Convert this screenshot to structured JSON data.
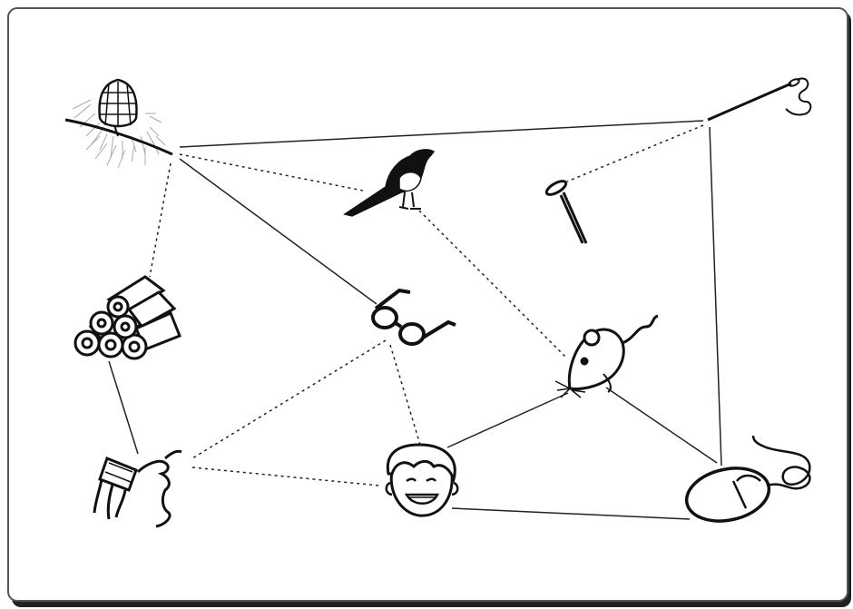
{
  "diagram": {
    "nodes": [
      {
        "id": "pinecone",
        "icon": "pinecone-icon"
      },
      {
        "id": "needle",
        "icon": "needle-thread-icon"
      },
      {
        "id": "magpie",
        "icon": "magpie-bird-icon"
      },
      {
        "id": "nail",
        "icon": "nail-icon"
      },
      {
        "id": "logs",
        "icon": "firewood-logs-icon"
      },
      {
        "id": "glasses",
        "icon": "eyeglasses-icon"
      },
      {
        "id": "mouse",
        "icon": "mouse-animal-icon"
      },
      {
        "id": "drinker",
        "icon": "person-drinking-icon"
      },
      {
        "id": "boy",
        "icon": "smiling-boy-face-icon"
      },
      {
        "id": "computer_mouse",
        "icon": "computer-mouse-icon"
      }
    ],
    "edges": [
      {
        "from": "pinecone",
        "to": "needle",
        "style": "solid"
      },
      {
        "from": "pinecone",
        "to": "glasses",
        "style": "solid"
      },
      {
        "from": "pinecone",
        "to": "magpie",
        "style": "dotted"
      },
      {
        "from": "pinecone",
        "to": "logs",
        "style": "dotted"
      },
      {
        "from": "needle",
        "to": "nail",
        "style": "dotted"
      },
      {
        "from": "needle",
        "to": "computer_mouse",
        "style": "solid"
      },
      {
        "from": "magpie",
        "to": "mouse",
        "style": "dotted"
      },
      {
        "from": "logs",
        "to": "drinker",
        "style": "solid"
      },
      {
        "from": "glasses",
        "to": "drinker",
        "style": "dotted"
      },
      {
        "from": "glasses",
        "to": "boy",
        "style": "dotted"
      },
      {
        "from": "drinker",
        "to": "boy",
        "style": "dotted"
      },
      {
        "from": "boy",
        "to": "mouse",
        "style": "solid"
      },
      {
        "from": "boy",
        "to": "computer_mouse",
        "style": "solid"
      },
      {
        "from": "mouse",
        "to": "computer_mouse",
        "style": "solid"
      }
    ]
  }
}
